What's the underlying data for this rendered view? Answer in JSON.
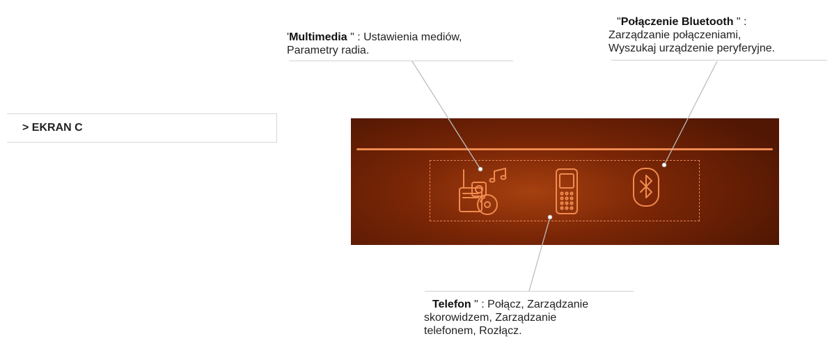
{
  "section": {
    "label": "> EKRAN C"
  },
  "callouts": {
    "multimedia": {
      "open_quote": "'",
      "title": "Multimedia",
      "close_quote": " \" : ",
      "line1_rest": "Ustawienia mediów,",
      "line2": "Parametry radia."
    },
    "bluetooth": {
      "open_quote": "\"",
      "title": "Połączenie Bluetooth",
      "close_quote": " \" :",
      "line2": "Zarządzanie połączeniami,",
      "line3": "Wyszukaj urządzenie peryferyjne."
    },
    "phone": {
      "title": "Telefon",
      "close_quote": " \" : ",
      "line1_rest": "Połącz, Zarządzanie",
      "line2": "skorowidzem, Zarządzanie",
      "line3": "telefonem, Rozłącz."
    }
  },
  "screen": {
    "icons": [
      "multimedia-icon",
      "phone-icon",
      "bluetooth-icon"
    ],
    "colors": {
      "icon_stroke": "#f08a50",
      "background": "#6a1f05",
      "rule": "#f08a50"
    }
  }
}
